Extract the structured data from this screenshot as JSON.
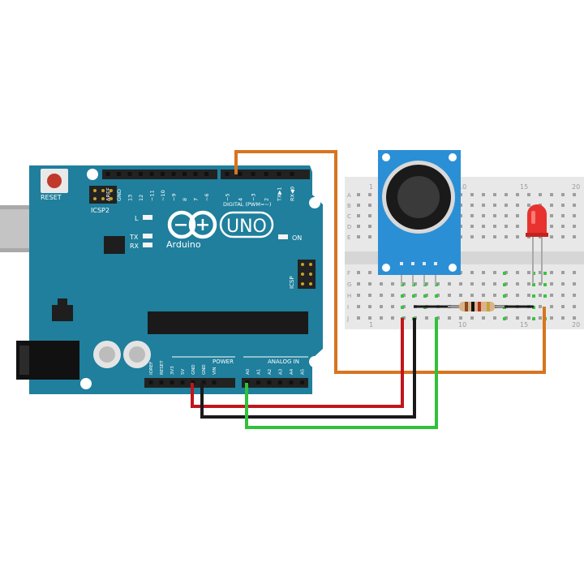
{
  "board": {
    "name": "UNO",
    "brand": "Arduino",
    "reset_label": "RESET",
    "icsp2_label": "ICSP2",
    "icsp_label": "ICSP",
    "led_l": "L",
    "led_tx": "TX",
    "led_rx": "RX",
    "led_on": "ON",
    "digital_label": "DIGITAL (PWM=~)",
    "power_label": "POWER",
    "analog_label": "ANALOG IN",
    "top_pins": [
      "AREF",
      "GND",
      "13",
      "12",
      "~11",
      "~10",
      "~9",
      "8",
      "7",
      "~6",
      "~5",
      "4",
      "~3",
      "2",
      "TX▶1",
      "RX◀0"
    ],
    "power_pins": [
      "IOREF",
      "RESET",
      "3V3",
      "5V",
      "GND",
      "GND",
      "VIN"
    ],
    "analog_pins": [
      "A0",
      "A1",
      "A2",
      "A3",
      "A4",
      "A5"
    ],
    "color": "#1f7f9c"
  },
  "breadboard": {
    "rows": [
      "A",
      "B",
      "C",
      "D",
      "E",
      "F",
      "G",
      "H",
      "I",
      "J"
    ],
    "col_numbers": [
      "1",
      "5",
      "10",
      "15",
      "20"
    ]
  },
  "components": {
    "sensor_color": "#2b8fd6",
    "led_color": "#e8322f",
    "resistor_color": "#d9b48a"
  },
  "wires": {
    "orange": "#d8741f",
    "red": "#c0161b",
    "black": "#1a1a1a",
    "green": "#2fc23a"
  }
}
